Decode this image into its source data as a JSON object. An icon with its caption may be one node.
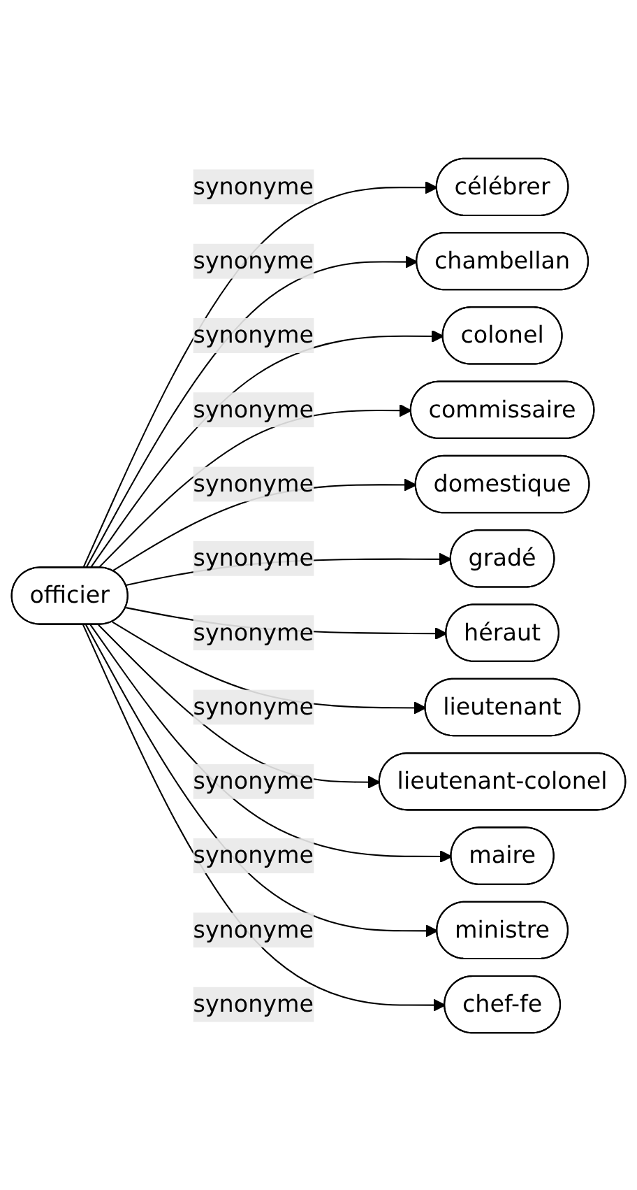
{
  "diagram": {
    "nodes": [
      {
        "text": [
          "officier"
        ]
      },
      {
        "text": [
          "célébrer"
        ]
      },
      {
        "text": [
          "chambellan"
        ]
      },
      {
        "text": [
          "colonel"
        ]
      },
      {
        "text": [
          "commissaire"
        ]
      },
      {
        "text": [
          "domestique"
        ]
      },
      {
        "text": [
          "gradé"
        ]
      },
      {
        "text": [
          "héraut"
        ]
      },
      {
        "text": [
          "lieutenant"
        ]
      },
      {
        "text": [
          "lieutenant-colonel"
        ]
      },
      {
        "text": [
          "maire"
        ]
      },
      {
        "text": [
          "ministre"
        ]
      },
      {
        "text": [
          "chef-fe"
        ]
      }
    ],
    "edges": [
      {
        "from": 0,
        "to": 1,
        "arrow": "to",
        "label": "synonyme"
      },
      {
        "from": 0,
        "to": 2,
        "arrow": "to",
        "label": "synonyme"
      },
      {
        "from": 0,
        "to": 3,
        "arrow": "to",
        "label": "synonyme"
      },
      {
        "from": 0,
        "to": 4,
        "arrow": "to",
        "label": "synonyme"
      },
      {
        "from": 0,
        "to": 5,
        "arrow": "to",
        "label": "synonyme"
      },
      {
        "from": 0,
        "to": 6,
        "arrow": "to",
        "label": "synonyme"
      },
      {
        "from": 0,
        "to": 7,
        "arrow": "to",
        "label": "synonyme"
      },
      {
        "from": 0,
        "to": 8,
        "arrow": "to",
        "label": "synonyme"
      },
      {
        "from": 0,
        "to": 9,
        "arrow": "to",
        "label": "synonyme"
      },
      {
        "from": 0,
        "to": 10,
        "arrow": "to",
        "label": "synonyme"
      },
      {
        "from": 0,
        "to": 11,
        "arrow": "to",
        "label": "synonyme"
      },
      {
        "from": 0,
        "to": 12,
        "arrow": "to",
        "label": "synonyme"
      }
    ]
  }
}
